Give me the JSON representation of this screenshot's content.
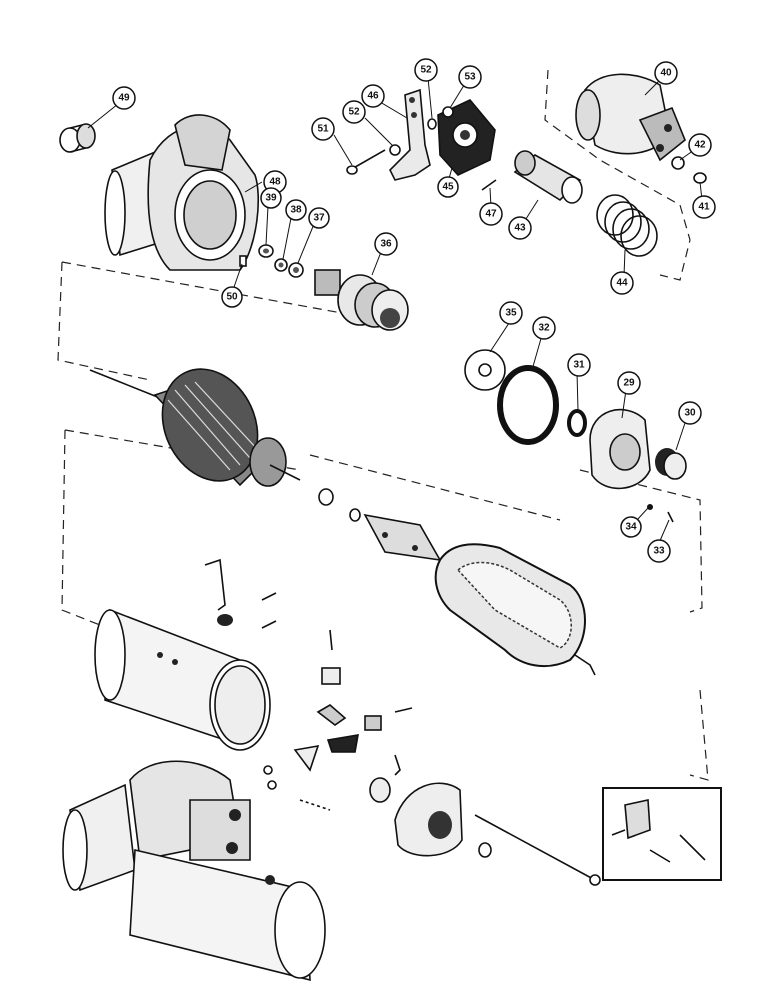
{
  "callouts": [
    {
      "id": "c49",
      "text": "49"
    },
    {
      "id": "c48",
      "text": "48"
    },
    {
      "id": "c39",
      "text": "39"
    },
    {
      "id": "c38",
      "text": "38"
    },
    {
      "id": "c37",
      "text": "37"
    },
    {
      "id": "c36",
      "text": "36"
    },
    {
      "id": "c50",
      "text": "50"
    },
    {
      "id": "c51",
      "text": "51"
    },
    {
      "id": "c52a",
      "text": "52"
    },
    {
      "id": "c46",
      "text": "46"
    },
    {
      "id": "c52b",
      "text": "52"
    },
    {
      "id": "c53",
      "text": "53"
    },
    {
      "id": "c45",
      "text": "45"
    },
    {
      "id": "c47",
      "text": "47"
    },
    {
      "id": "c43",
      "text": "43"
    },
    {
      "id": "c40",
      "text": "40"
    },
    {
      "id": "c42",
      "text": "42"
    },
    {
      "id": "c41",
      "text": "41"
    },
    {
      "id": "c44",
      "text": "44"
    },
    {
      "id": "c35",
      "text": "35"
    },
    {
      "id": "c32",
      "text": "32"
    },
    {
      "id": "c31",
      "text": "31"
    },
    {
      "id": "c29",
      "text": "29"
    },
    {
      "id": "c30",
      "text": "30"
    },
    {
      "id": "c34",
      "text": "34"
    },
    {
      "id": "c33",
      "text": "33"
    }
  ]
}
